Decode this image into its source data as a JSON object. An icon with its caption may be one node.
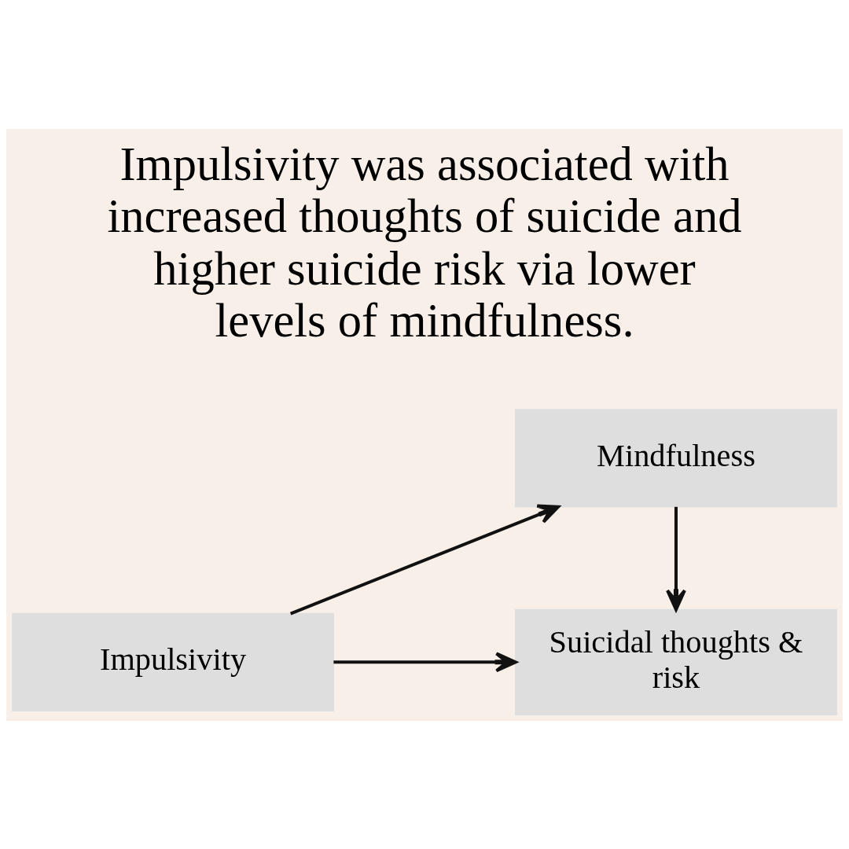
{
  "diagram": {
    "title": "Impulsivity was associated with increased thoughts of suicide and higher suicide risk via lower levels of mindfulness.",
    "nodes": [
      {
        "text": [
          "Mindfulness"
        ]
      },
      {
        "text": [
          "Impulsivity"
        ]
      },
      {
        "text": [
          "Suicidal thoughts & risk"
        ]
      }
    ],
    "edges": [
      {
        "from": 1,
        "to": 0,
        "arrow": "to"
      },
      {
        "from": 0,
        "to": 2,
        "arrow": "to"
      },
      {
        "from": 1,
        "to": 2,
        "arrow": "to"
      }
    ]
  }
}
